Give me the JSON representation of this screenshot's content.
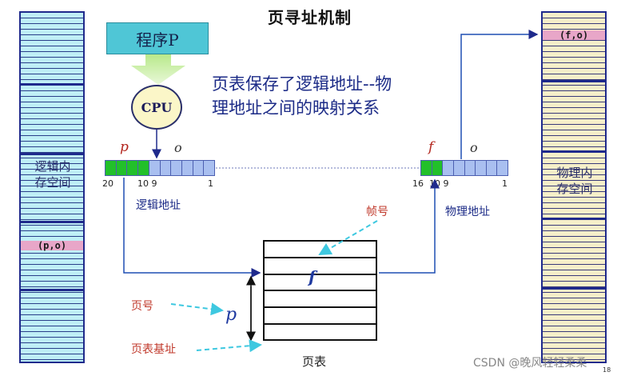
{
  "title": "页寻址机制",
  "program_label": "程序P",
  "cpu_label": "CPU",
  "description_lines": [
    "页表保存了逻辑地址--物",
    "理地址之间的映射关系"
  ],
  "logical_memory": {
    "label_lines": [
      "逻辑内",
      "存空间"
    ],
    "entry": "(p,o)"
  },
  "physical_memory": {
    "label_lines": [
      "物理内",
      "存空间"
    ],
    "entry": "(f,o)"
  },
  "logical_address": {
    "p_label": "p",
    "o_label": "o",
    "bit_labels": {
      "high": "20",
      "mid": "10 9",
      "low": "1"
    },
    "caption": "逻辑地址"
  },
  "physical_address": {
    "f_label": "f",
    "o_label": "o",
    "bit_labels": {
      "high": "16",
      "mid": "10 9",
      "low": "1"
    },
    "caption": "物理地址"
  },
  "frame_number_label": "帧号",
  "page_table": {
    "caption": "页表",
    "frame_cell": "f",
    "index_label": "p"
  },
  "page_number_label": "页号",
  "page_table_base_label": "页表基址",
  "watermark": "CSDN @晚风轻轻柔柔",
  "page_number": "18"
}
